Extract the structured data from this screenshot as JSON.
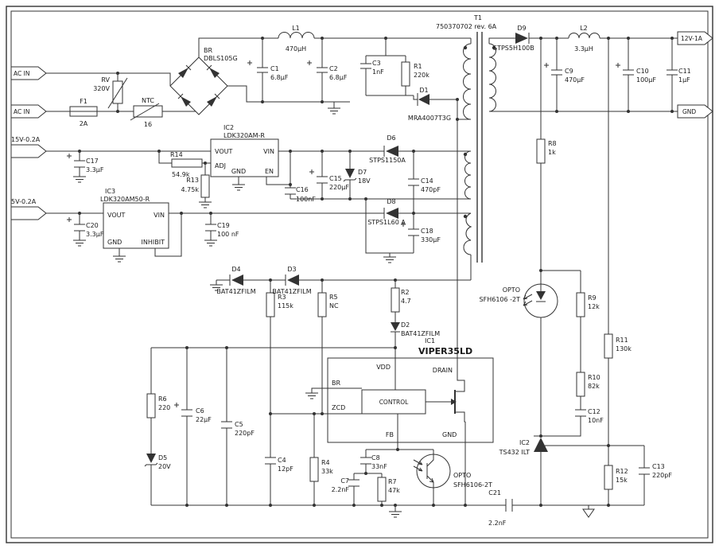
{
  "connectors": {
    "ac_in_1": "AC IN",
    "ac_in_2": "AC IN",
    "out_15v": "15V-0.2A",
    "out_5v": "5V-0.2A",
    "out_12v": "12V-1A",
    "gnd_out": "GND"
  },
  "components": {
    "f1": {
      "ref": "F1",
      "value": "2A"
    },
    "rv": {
      "ref": "RV",
      "value": "320V"
    },
    "ntc": {
      "ref": "NTC",
      "value": "16"
    },
    "bridge": {
      "ref": "BR",
      "value": "DBLS105G"
    },
    "l1": {
      "ref": "L1",
      "value": "470µH"
    },
    "l2": {
      "ref": "L2",
      "value": "3.3µH"
    },
    "t1": {
      "ref": "T1",
      "value": "750370702 rev. 6A"
    },
    "c1": {
      "ref": "C1",
      "value": "6.8µF"
    },
    "c2": {
      "ref": "C2",
      "value": "6.8µF"
    },
    "c3": {
      "ref": "C3",
      "value": "1nF"
    },
    "c4": {
      "ref": "C4",
      "value": "12pF"
    },
    "c5": {
      "ref": "C5",
      "value": "220pF"
    },
    "c6": {
      "ref": "C6",
      "value": "22µF"
    },
    "c7": {
      "ref": "C7",
      "value": "2.2nF"
    },
    "c8": {
      "ref": "C8",
      "value": "33nF"
    },
    "c9": {
      "ref": "C9",
      "value": "470µF"
    },
    "c10": {
      "ref": "C10",
      "value": "100µF"
    },
    "c11": {
      "ref": "C11",
      "value": "1µF"
    },
    "c12": {
      "ref": "C12",
      "value": "10nF"
    },
    "c13": {
      "ref": "C13",
      "value": "220pF"
    },
    "c14": {
      "ref": "C14",
      "value": "470pF"
    },
    "c15": {
      "ref": "C15",
      "value": "220µF"
    },
    "c16": {
      "ref": "C16",
      "value": "100nF"
    },
    "c17": {
      "ref": "C17",
      "value": "3.3µF"
    },
    "c18": {
      "ref": "C18",
      "value": "330µF"
    },
    "c19": {
      "ref": "C19",
      "value": "100 nF"
    },
    "c20": {
      "ref": "C20",
      "value": "3.3µF"
    },
    "c21": {
      "ref": "C21",
      "value": "2.2nF"
    },
    "r1": {
      "ref": "R1",
      "value": "220k"
    },
    "r2": {
      "ref": "R2",
      "value": "4.7"
    },
    "r3": {
      "ref": "R3",
      "value": "115k"
    },
    "r4": {
      "ref": "R4",
      "value": "33k"
    },
    "r5": {
      "ref": "R5",
      "value": "NC"
    },
    "r6": {
      "ref": "R6",
      "value": "220"
    },
    "r7": {
      "ref": "R7",
      "value": "47k"
    },
    "r8": {
      "ref": "R8",
      "value": "1k"
    },
    "r9": {
      "ref": "R9",
      "value": "12k"
    },
    "r10": {
      "ref": "R10",
      "value": "82k"
    },
    "r11": {
      "ref": "R11",
      "value": "130k"
    },
    "r12": {
      "ref": "R12",
      "value": "15k"
    },
    "r13": {
      "ref": "R13",
      "value": "4.75k"
    },
    "r14": {
      "ref": "R14",
      "value": "54.9k"
    },
    "d1": {
      "ref": "D1",
      "value": "MRA4007T3G"
    },
    "d2": {
      "ref": "D2",
      "value": "BAT41ZFILM"
    },
    "d3": {
      "ref": "D3",
      "value": "BAT41ZFILM"
    },
    "d4": {
      "ref": "D4",
      "value": "BAT41ZFILM"
    },
    "d5": {
      "ref": "D5",
      "value": "20V"
    },
    "d6": {
      "ref": "D6",
      "value": "STPS1150A"
    },
    "d7": {
      "ref": "D7",
      "value": "18V"
    },
    "d8": {
      "ref": "D8",
      "value": "STPS1L60 A"
    },
    "d9": {
      "ref": "D9",
      "value": "STPS5H100B"
    },
    "opto1": {
      "ref": "OPTO",
      "value": "SFH6106 -2T"
    },
    "opto2": {
      "ref": "OPTO",
      "value": "SFH6106-2T"
    },
    "ts432": {
      "ref": "IC2",
      "value": "TS432 ILT"
    }
  },
  "ics": {
    "ic1": {
      "ref": "IC1",
      "part": "VIPER35LD",
      "pins": {
        "vdd": "VDD",
        "drain": "DRAIN",
        "br": "BR",
        "zcd": "ZCD",
        "fb": "FB",
        "gnd": "GND",
        "control": "CONTROL"
      }
    },
    "ic2": {
      "ref": "IC2",
      "part": "LDK320AM-R",
      "pins": {
        "vout": "VOUT",
        "vin": "VIN",
        "adj": "ADJ",
        "gnd": "GND",
        "en": "EN"
      }
    },
    "ic3": {
      "ref": "IC3",
      "part": "LDK320AM50-R",
      "pins": {
        "vout": "VOUT",
        "vin": "VIN",
        "gnd": "GND",
        "inhibit": "INHIBIT"
      }
    }
  },
  "colors": {
    "line": "#333333",
    "background": "#ffffff"
  }
}
